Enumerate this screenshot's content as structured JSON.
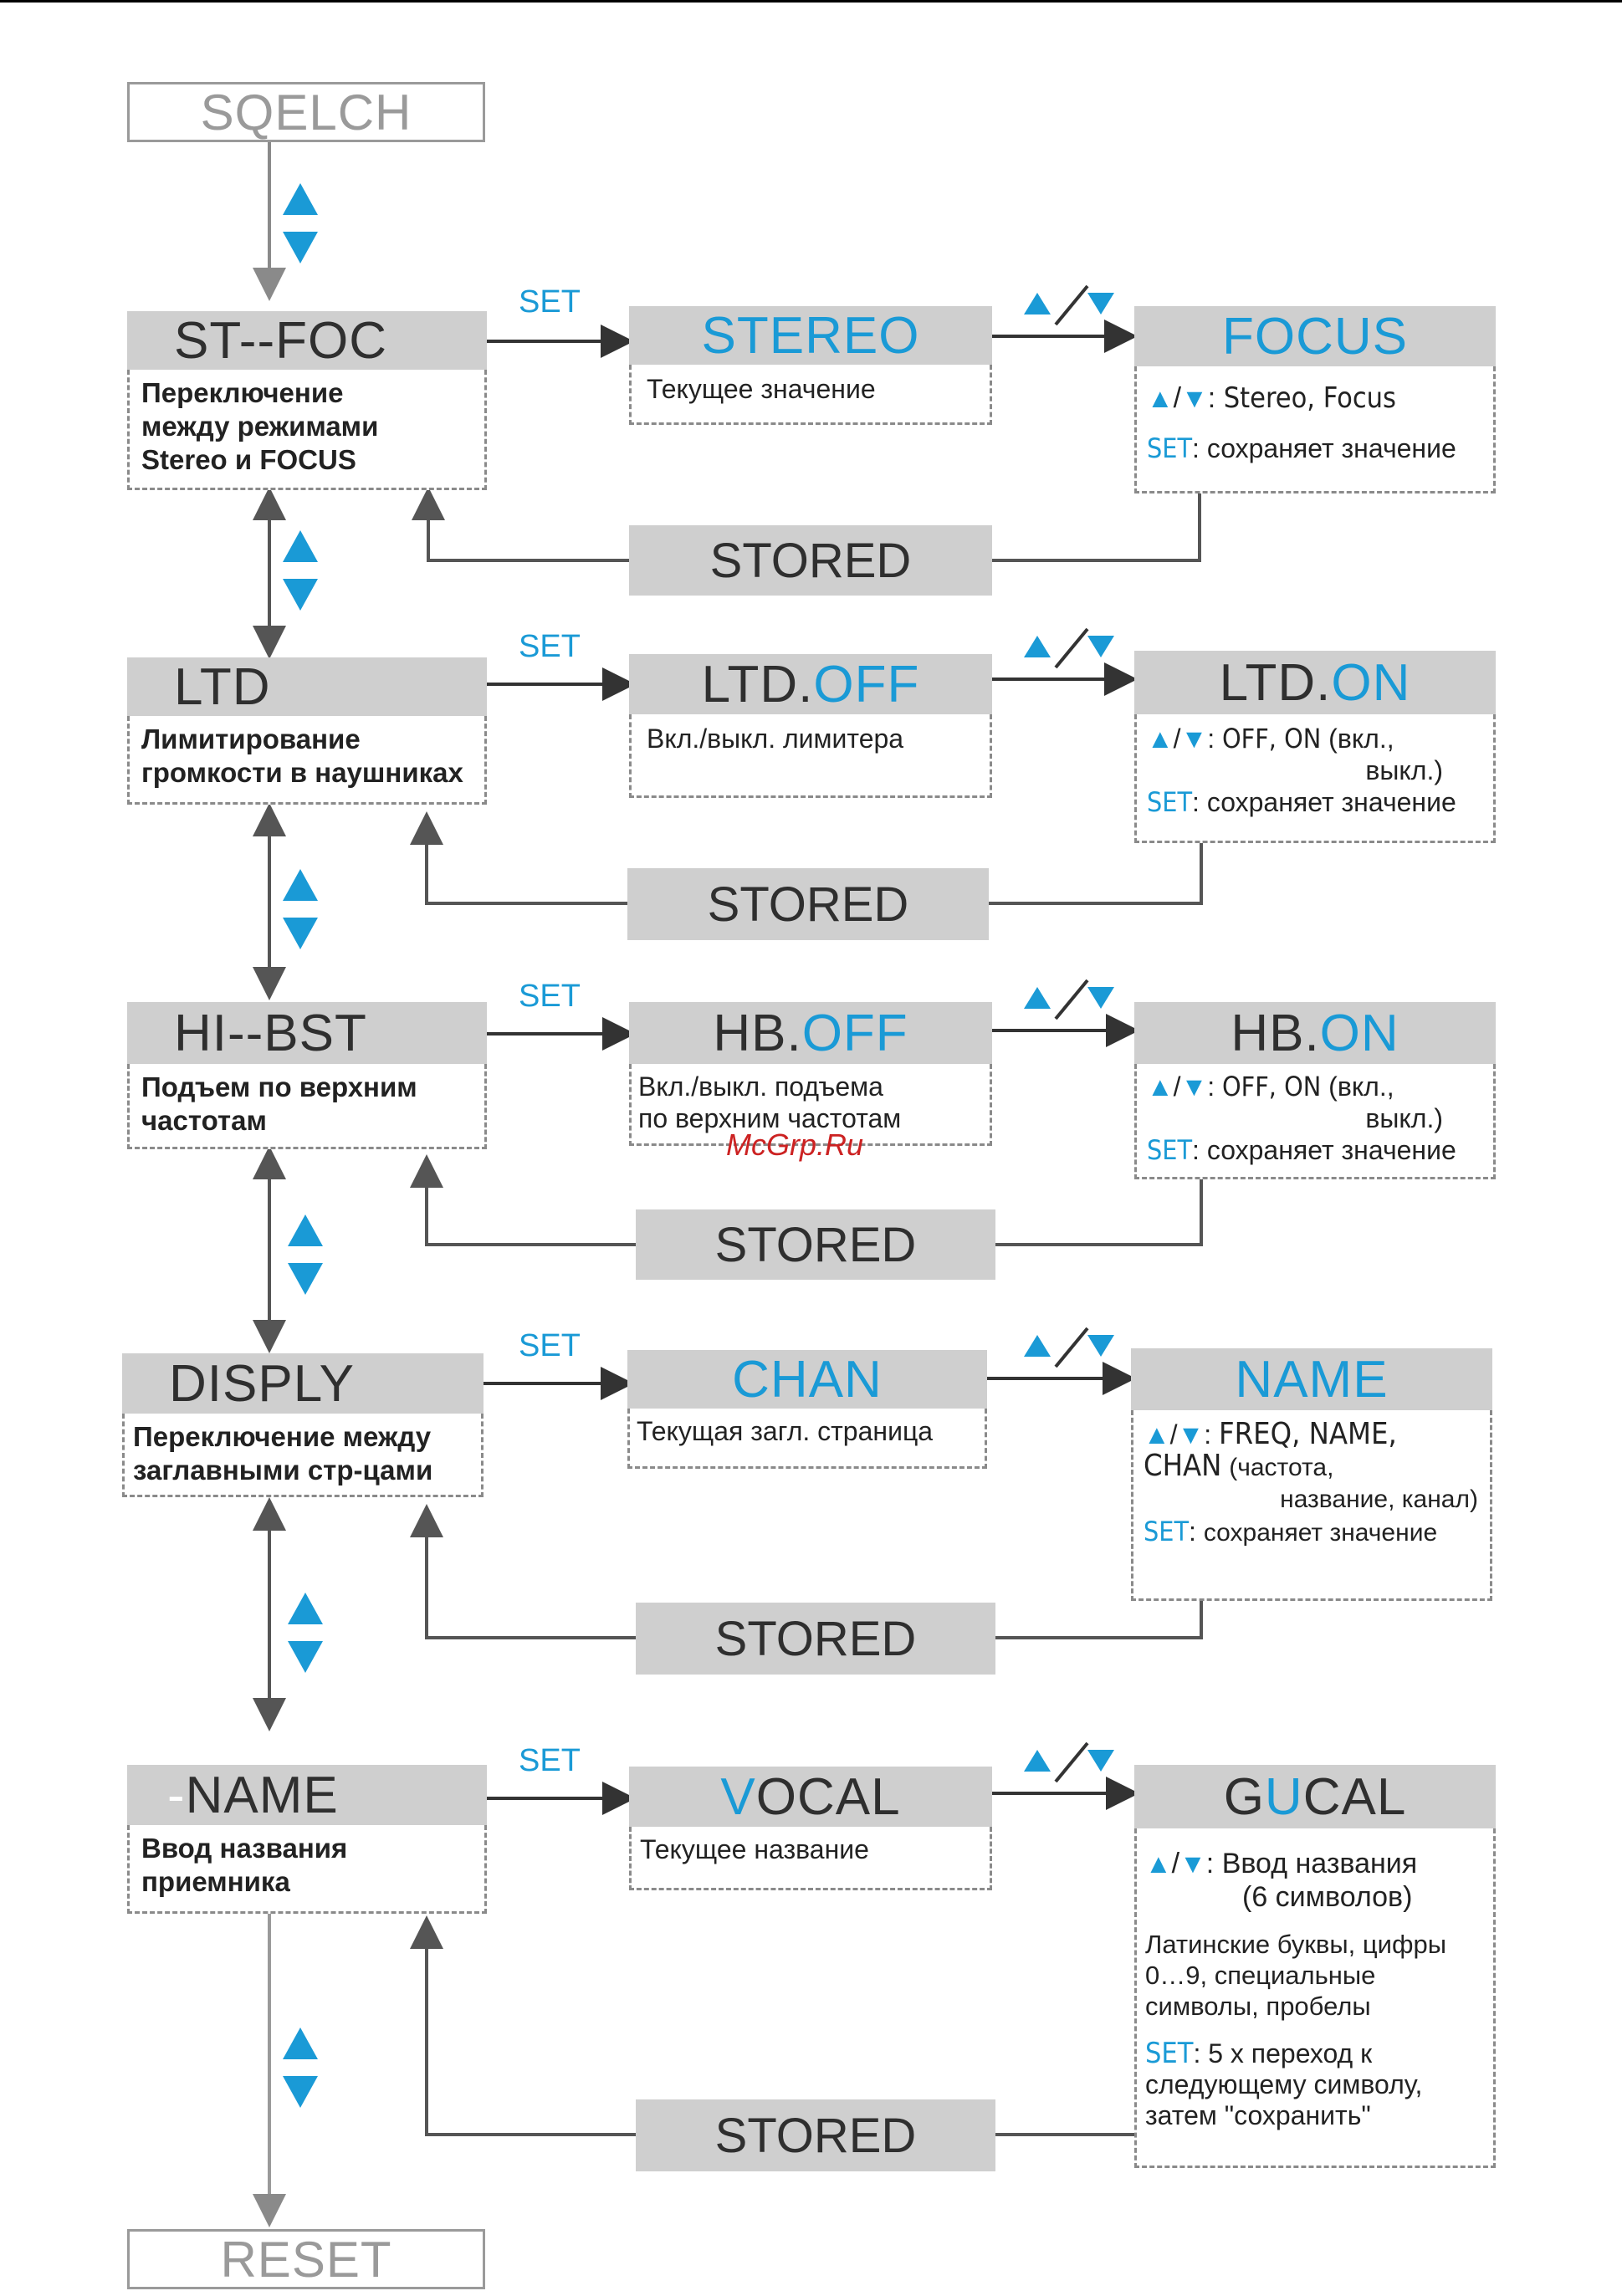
{
  "colors": {
    "accent": "#1a9ad6",
    "box_fill": "#cfcfcf",
    "line": "#555555",
    "dim_line": "#9a9a9a"
  },
  "top_item": "SQELCH",
  "bottom_item": "RESET",
  "set_label": "SET",
  "stored_label": "STORED",
  "watermark": "McGrp.Ru",
  "rows": [
    {
      "menu": "ST--FOC",
      "desc": [
        "Переключение",
        "между режимами",
        "Stereo и FOCUS"
      ],
      "current": "STEREO",
      "current_desc": "Текущее значение",
      "option": "FOCUS",
      "option_lines": [
        "Stereo, Focus"
      ],
      "set_text": "сохраняет значение"
    },
    {
      "menu": "LTD",
      "desc": [
        "Лимитирование",
        "громкости в наушниках"
      ],
      "current_a": "LTD.",
      "current_b": "OFF",
      "current_desc": "Вкл./выкл. лимитера",
      "option_a": "LTD. ",
      "option_b": "ON",
      "option_lines": [
        "OFF, ON",
        "(вкл.,",
        "выкл.)"
      ],
      "set_text": "сохраняет значение"
    },
    {
      "menu": "HI--BST",
      "desc": [
        "Подъем по верхним",
        "частотам"
      ],
      "current_a": "HB.",
      "current_b": "OFF",
      "current_desc": [
        "Вкл./выкл. подъема",
        "по верхним частотам"
      ],
      "option_a": "HB. ",
      "option_b": "ON",
      "option_lines": [
        "OFF, ON",
        "(вкл.,",
        "выкл.)"
      ],
      "set_text": "сохраняет значение"
    },
    {
      "menu": "DISPLY",
      "desc": [
        "Переключение между",
        "заглавными стр-цами"
      ],
      "current": "CHAN",
      "current_desc": "Текущая загл. страница",
      "option": "NAME",
      "option_lines": [
        "FREQ, NAME,",
        "CHAN",
        "(частота,",
        "название, канал)"
      ],
      "set_text": "сохраняет значение"
    },
    {
      "menu_prefix": "-",
      "menu": "NAME",
      "desc": [
        "Ввод названия",
        "приемника"
      ],
      "current_a": "V",
      "current_b": "OCAL",
      "current_desc": "Текущее название",
      "option_a": "G",
      "option_b": "U",
      "option_c": "CAL",
      "option_lines": [
        "Ввод названия",
        "(6 символов)"
      ],
      "extra_lines": [
        "Латинские буквы, цифры",
        "0…9, специальные",
        "символы, пробелы"
      ],
      "set_lines": [
        "5 x переход к",
        "следующему символу,",
        "затем \"сохранить\""
      ]
    }
  ]
}
